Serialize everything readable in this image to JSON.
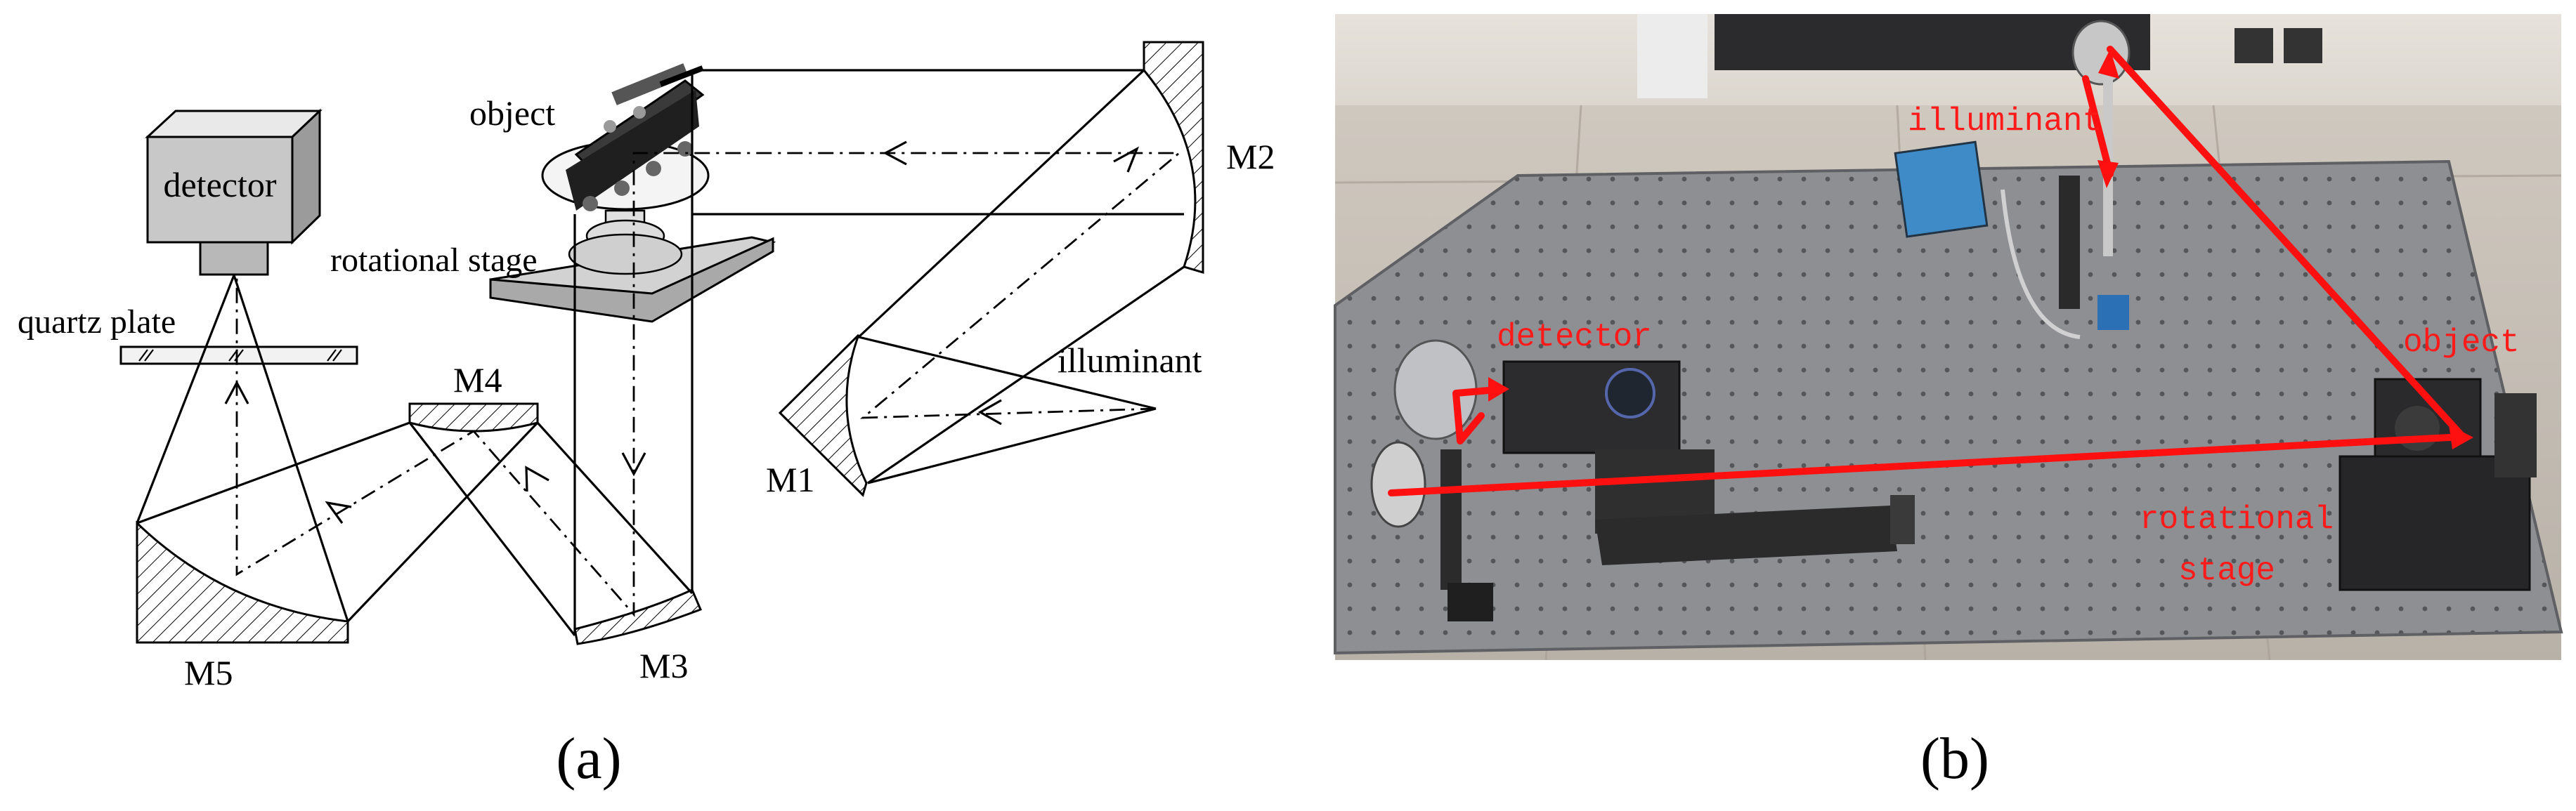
{
  "panel_a": {
    "label": "(a)",
    "labels": {
      "detector": "detector",
      "object": "object",
      "rotational_stage": "rotational stage",
      "quartz_plate": "quartz plate",
      "illuminant": "illuminant",
      "m1": "M1",
      "m2": "M2",
      "m3": "M3",
      "m4": "M4",
      "m5": "M5"
    }
  },
  "panel_b": {
    "label": "(b)",
    "labels": {
      "illuminant": "illuminant",
      "detector": "detector",
      "object": "object",
      "rotational_line1": "rotational",
      "rotational_line2": "stage"
    },
    "colors": {
      "annotation": "#ff1010",
      "table": "#8f9094"
    }
  }
}
